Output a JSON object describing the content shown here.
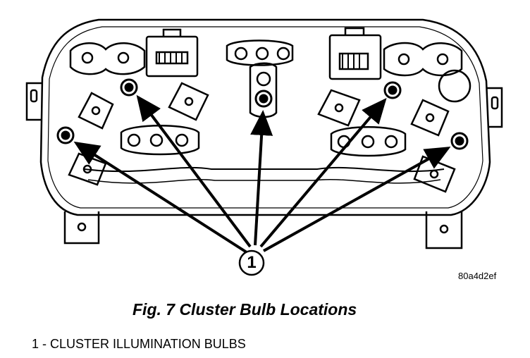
{
  "figure": {
    "caption": "Fig. 7 Cluster Bulb Locations",
    "image_code": "80a4d2ef",
    "callout_number": "1",
    "legend": [
      {
        "text": "1 - CLUSTER ILLUMINATION BULBS"
      }
    ]
  },
  "colors": {
    "ink": "#000000",
    "paper": "#ffffff"
  }
}
